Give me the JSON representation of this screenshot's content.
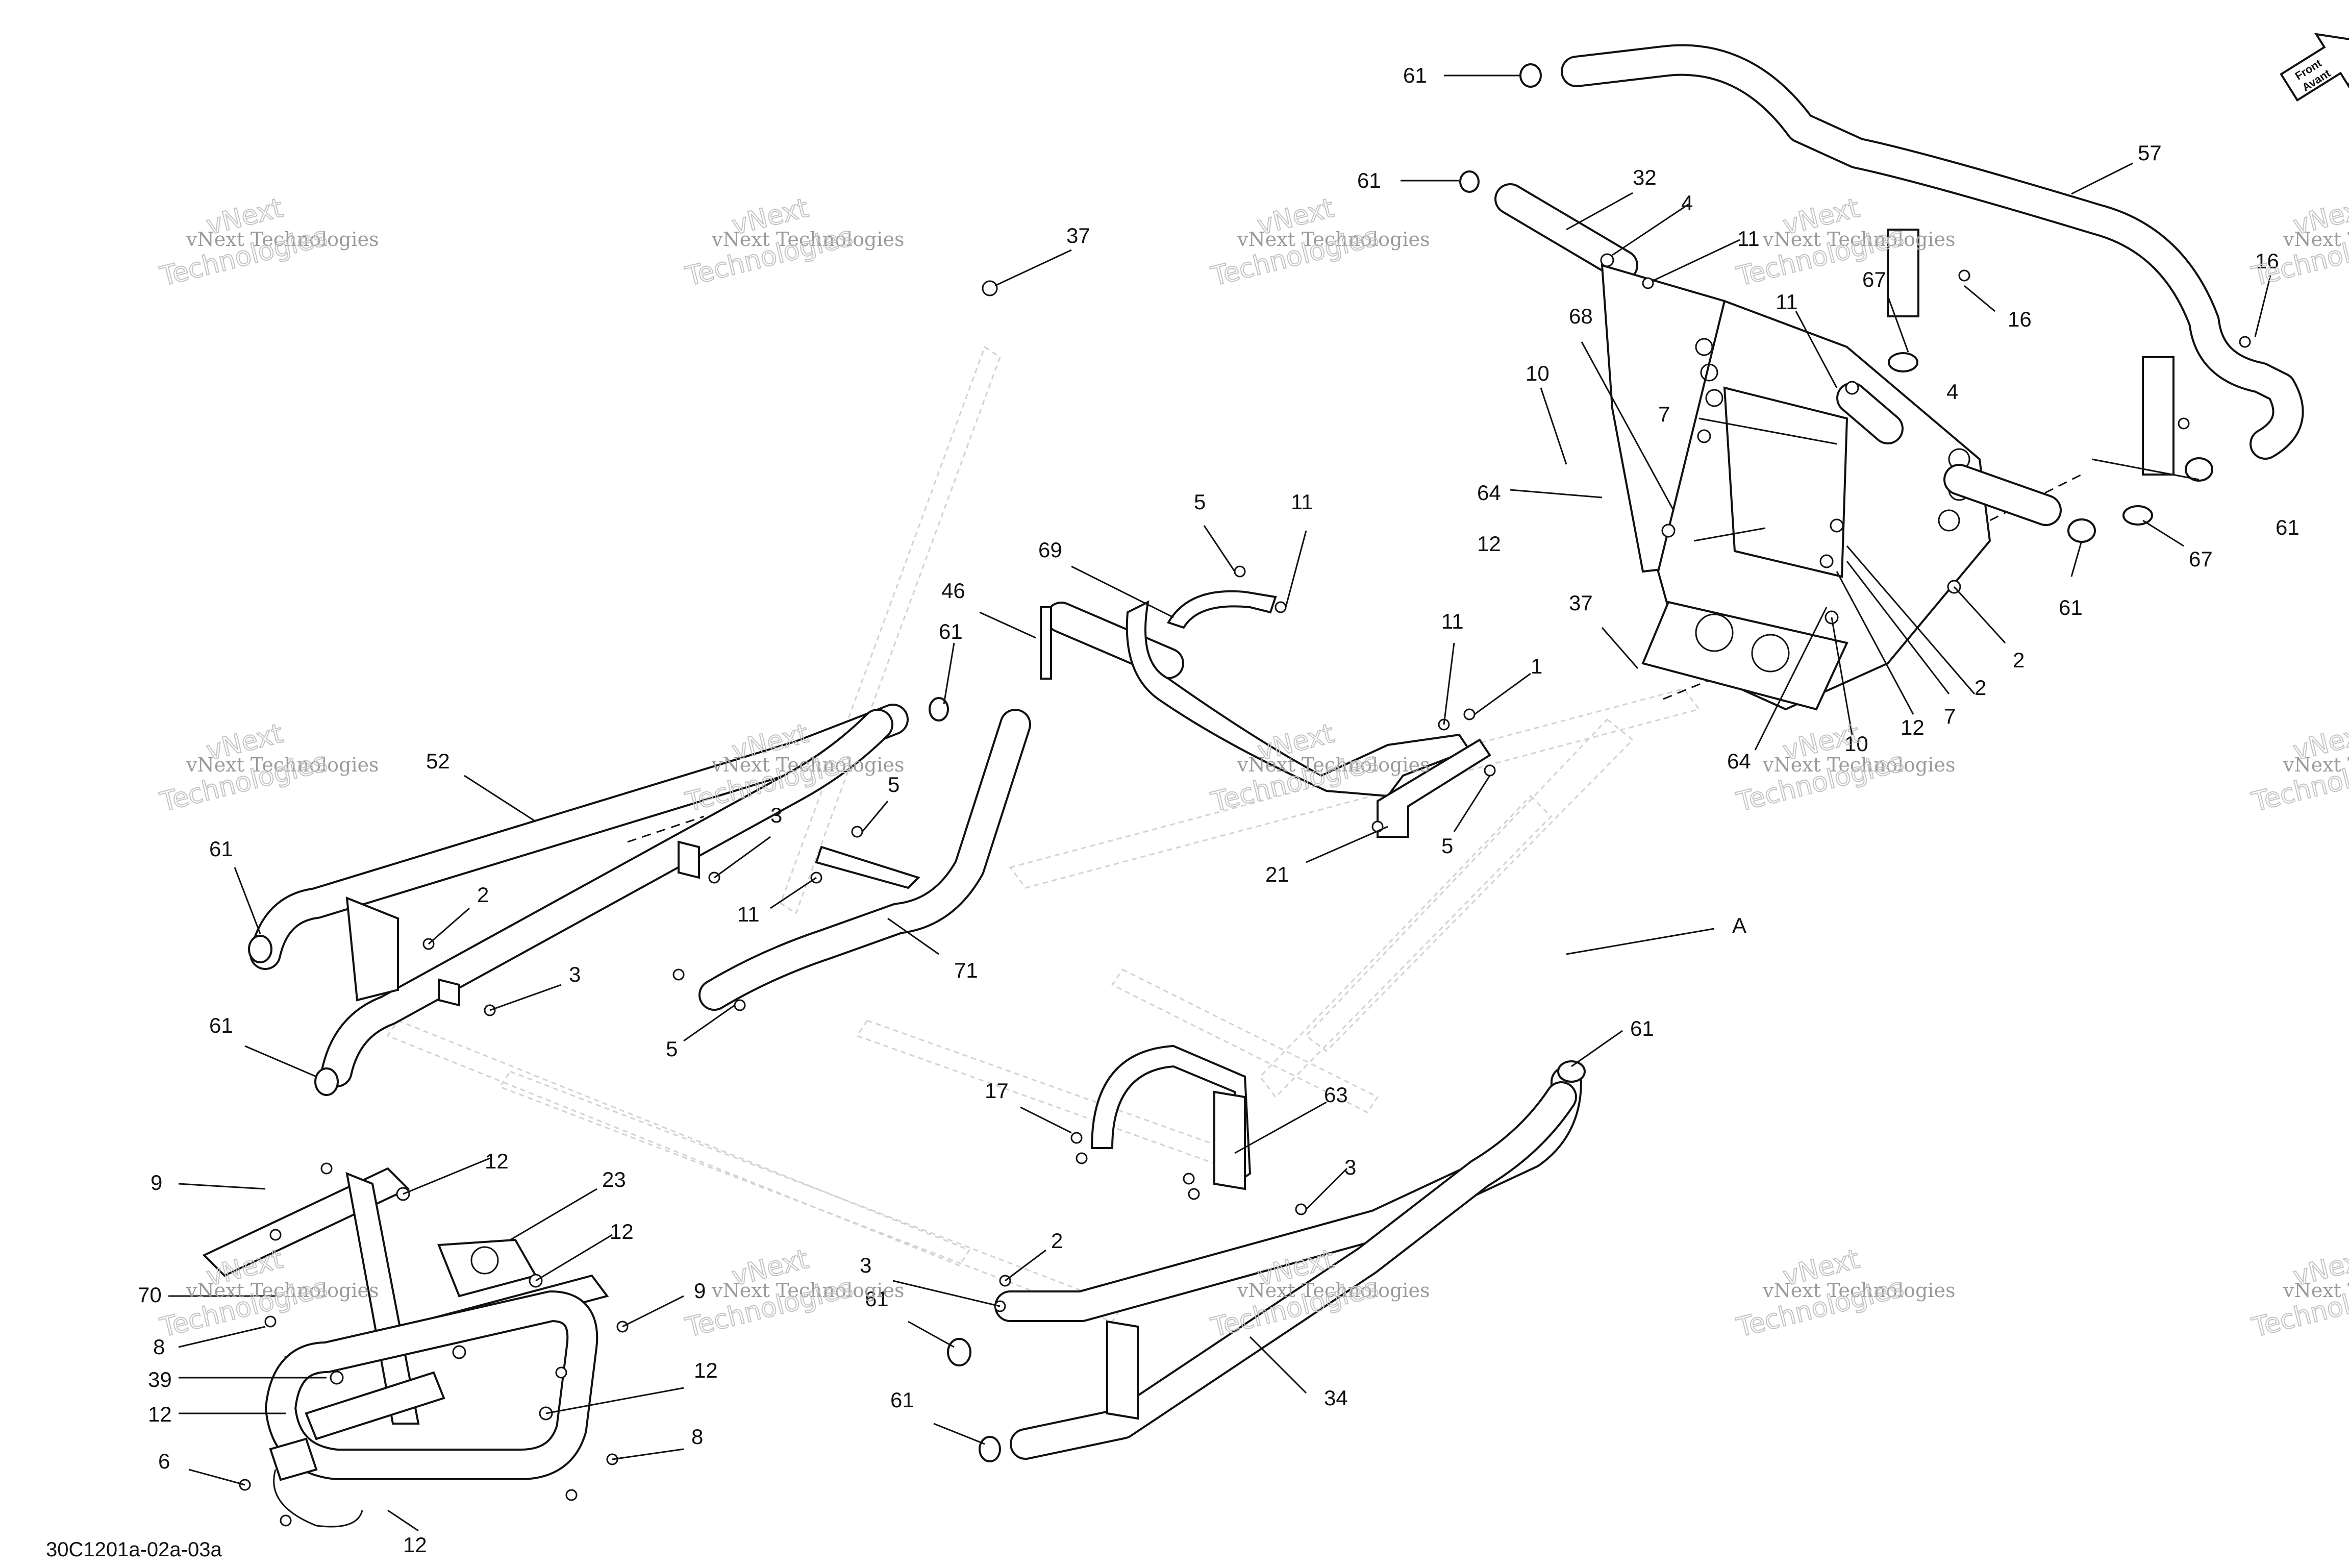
{
  "diagram_code": "30C1201a-02a-03a",
  "watermark": {
    "line1": "vNext Technologies",
    "line2": "Technologies",
    "small": "vNext"
  },
  "front_arrow": {
    "line1": "Front",
    "line2": "Avant"
  },
  "callouts": [
    "61",
    "61",
    "57",
    "32",
    "4",
    "11",
    "37",
    "16",
    "16",
    "67",
    "11",
    "4",
    "68",
    "10",
    "7",
    "64",
    "12",
    "61",
    "67",
    "61",
    "2",
    "2",
    "12",
    "7",
    "37",
    "10",
    "64",
    "5",
    "11",
    "69",
    "46",
    "61",
    "11",
    "1",
    "52",
    "5",
    "3",
    "61",
    "2",
    "11",
    "71",
    "21",
    "5",
    "3",
    "61",
    "5",
    "A",
    "17",
    "63",
    "61",
    "3",
    "9",
    "12",
    "23",
    "12",
    "70",
    "9",
    "8",
    "2",
    "3",
    "61",
    "12",
    "39",
    "12",
    "61",
    "34",
    "6",
    "8",
    "12"
  ]
}
